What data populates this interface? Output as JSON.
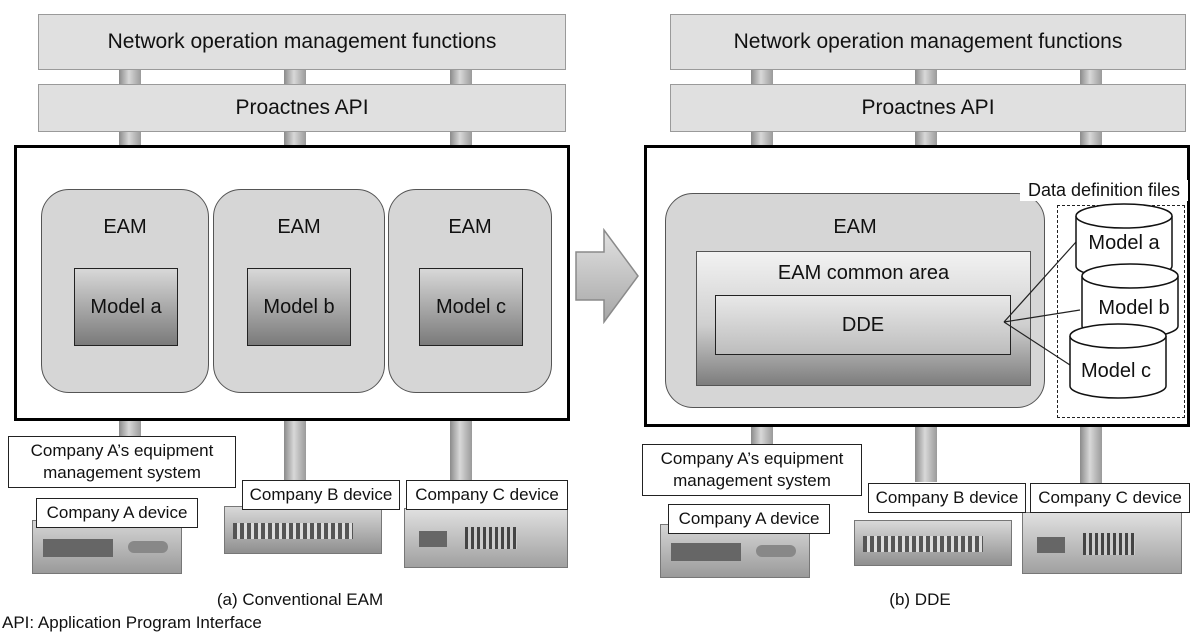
{
  "left": {
    "top_bar": "Network operation management functions",
    "api_bar": "Proactnes API",
    "eams": [
      {
        "title": "EAM",
        "model": "Model a"
      },
      {
        "title": "EAM",
        "model": "Model b"
      },
      {
        "title": "EAM",
        "model": "Model c"
      }
    ],
    "equipment_system": "Company A’s equipment management system",
    "devices": [
      "Company A device",
      "Company B device",
      "Company C device"
    ],
    "caption": "(a) Conventional EAM"
  },
  "right": {
    "top_bar": "Network operation management functions",
    "api_bar": "Proactnes API",
    "eam_title": "EAM",
    "common_area": "EAM common area",
    "dde": "DDE",
    "files_label": "Data definition files",
    "models": [
      "Model a",
      "Model b",
      "Model c"
    ],
    "equipment_system": "Company A’s equipment management system",
    "devices": [
      "Company A device",
      "Company B device",
      "Company C device"
    ],
    "caption": "(b) DDE"
  },
  "footnote": "API: Application Program Interface"
}
